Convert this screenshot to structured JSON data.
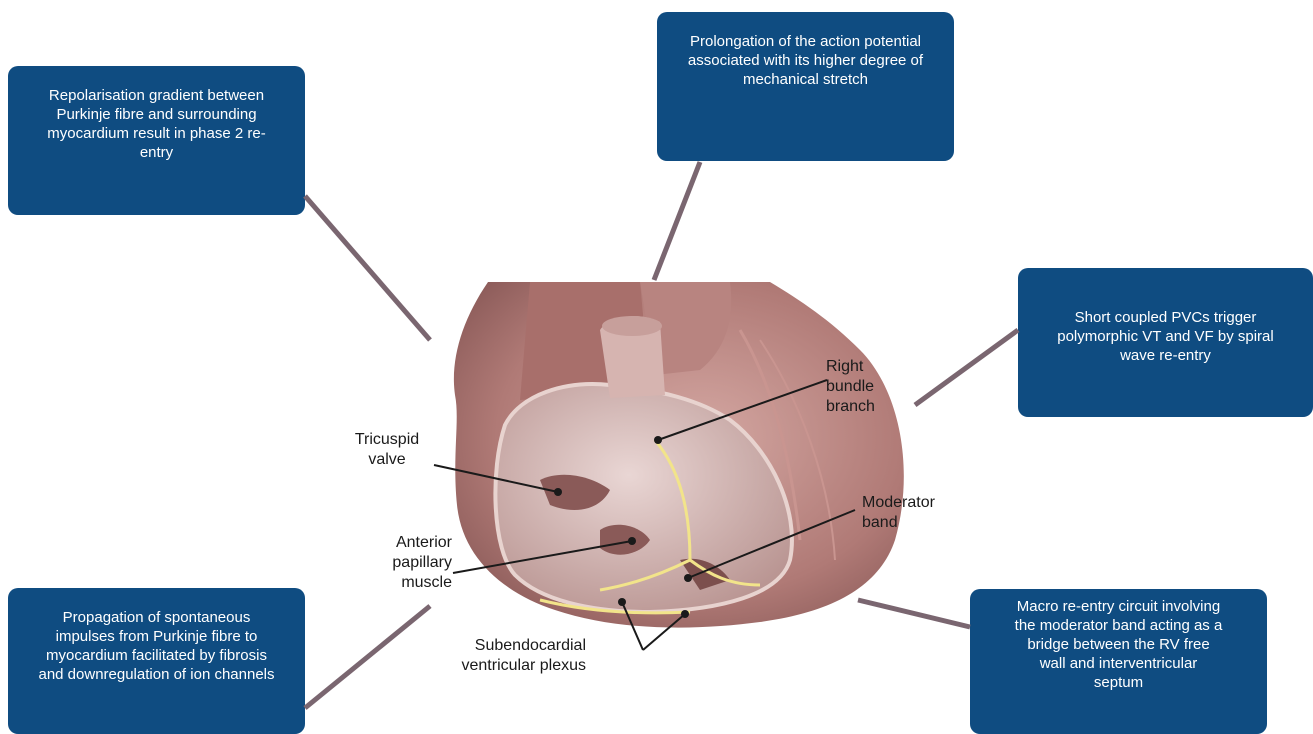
{
  "callouts": {
    "top_left": "Repolarisation gradient between Purkinje fibre and surrounding myocardium result in phase 2 re-entry",
    "top_center": "Prolongation of the action potential associated with its higher degree of mechanical stretch",
    "right": "Short coupled PVCs trigger polymorphic VT and VF by spiral wave re-entry",
    "bottom_left": "Propagation of spontaneous impulses from Purkinje fibre to myocardium facilitated by fibrosis and downregulation of ion channels",
    "bottom_right": "Macro re-entry circuit involving the moderator band acting as a bridge between the RV free wall and interventricular septum"
  },
  "labels": {
    "right_bundle_branch": "Right bundle branch",
    "tricuspid_valve": "Tricuspid valve",
    "moderator_band": "Moderator band",
    "anterior_papillary_muscle": "Anterior papillary muscle",
    "subendocardial_plexus": "Subendocardial ventricular plexus"
  },
  "colors": {
    "callout_bg": "#0f4c81",
    "connector": "#7a6670",
    "purkinje": "#f2e48a",
    "heart": "#b98580"
  }
}
